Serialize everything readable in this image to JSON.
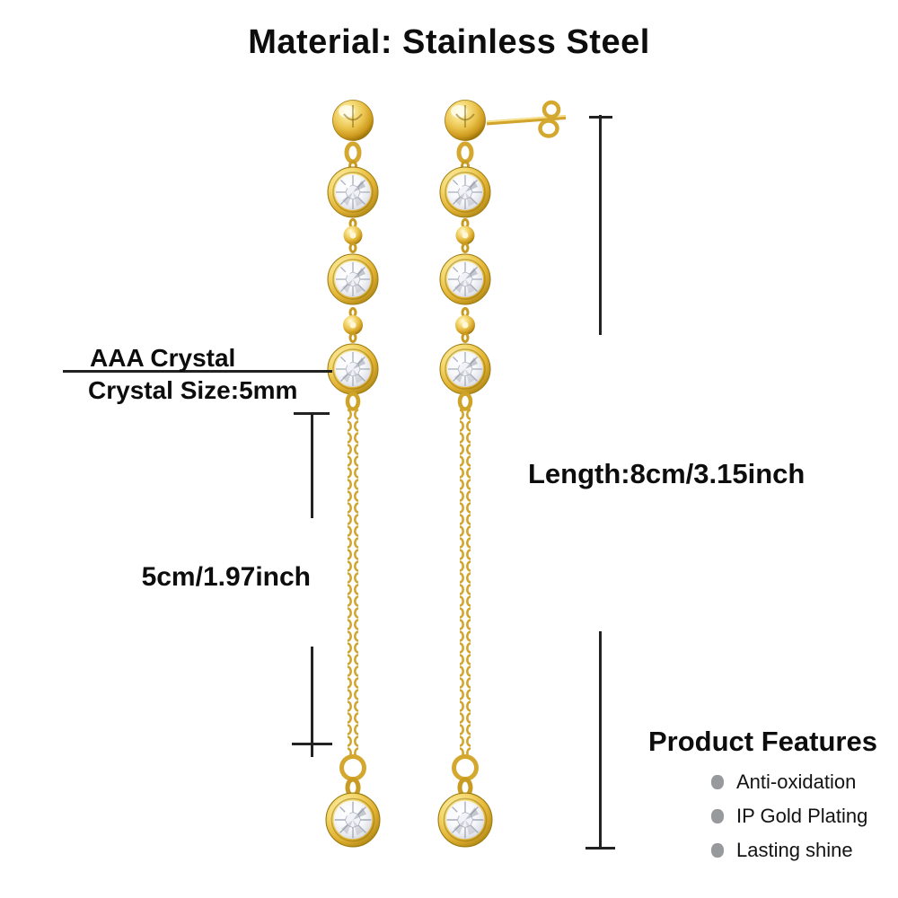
{
  "title": "Material: Stainless Steel",
  "labels": {
    "crystal_quality": "AAA Crystal",
    "crystal_size": "Crystal Size:5mm",
    "chain_length": "5cm/1.97inch",
    "total_length": "Length:8cm/3.15inch"
  },
  "features": {
    "heading": "Product Features",
    "items": [
      "Anti-oxidation",
      "IP Gold Plating",
      "Lasting shine"
    ]
  },
  "product": {
    "type": "drop earrings",
    "stone_count_per_earring": 4,
    "material_color": "gold"
  },
  "colors": {
    "background": "#FFFFFF",
    "gold": "#D2A52E",
    "gold_light": "#F8E289",
    "gold_dark": "#9A7A10",
    "crystal_white": "#F8F9FC",
    "measure_line": "#222222",
    "bullet_gray": "#97999C",
    "text": "#0D0D0D"
  }
}
